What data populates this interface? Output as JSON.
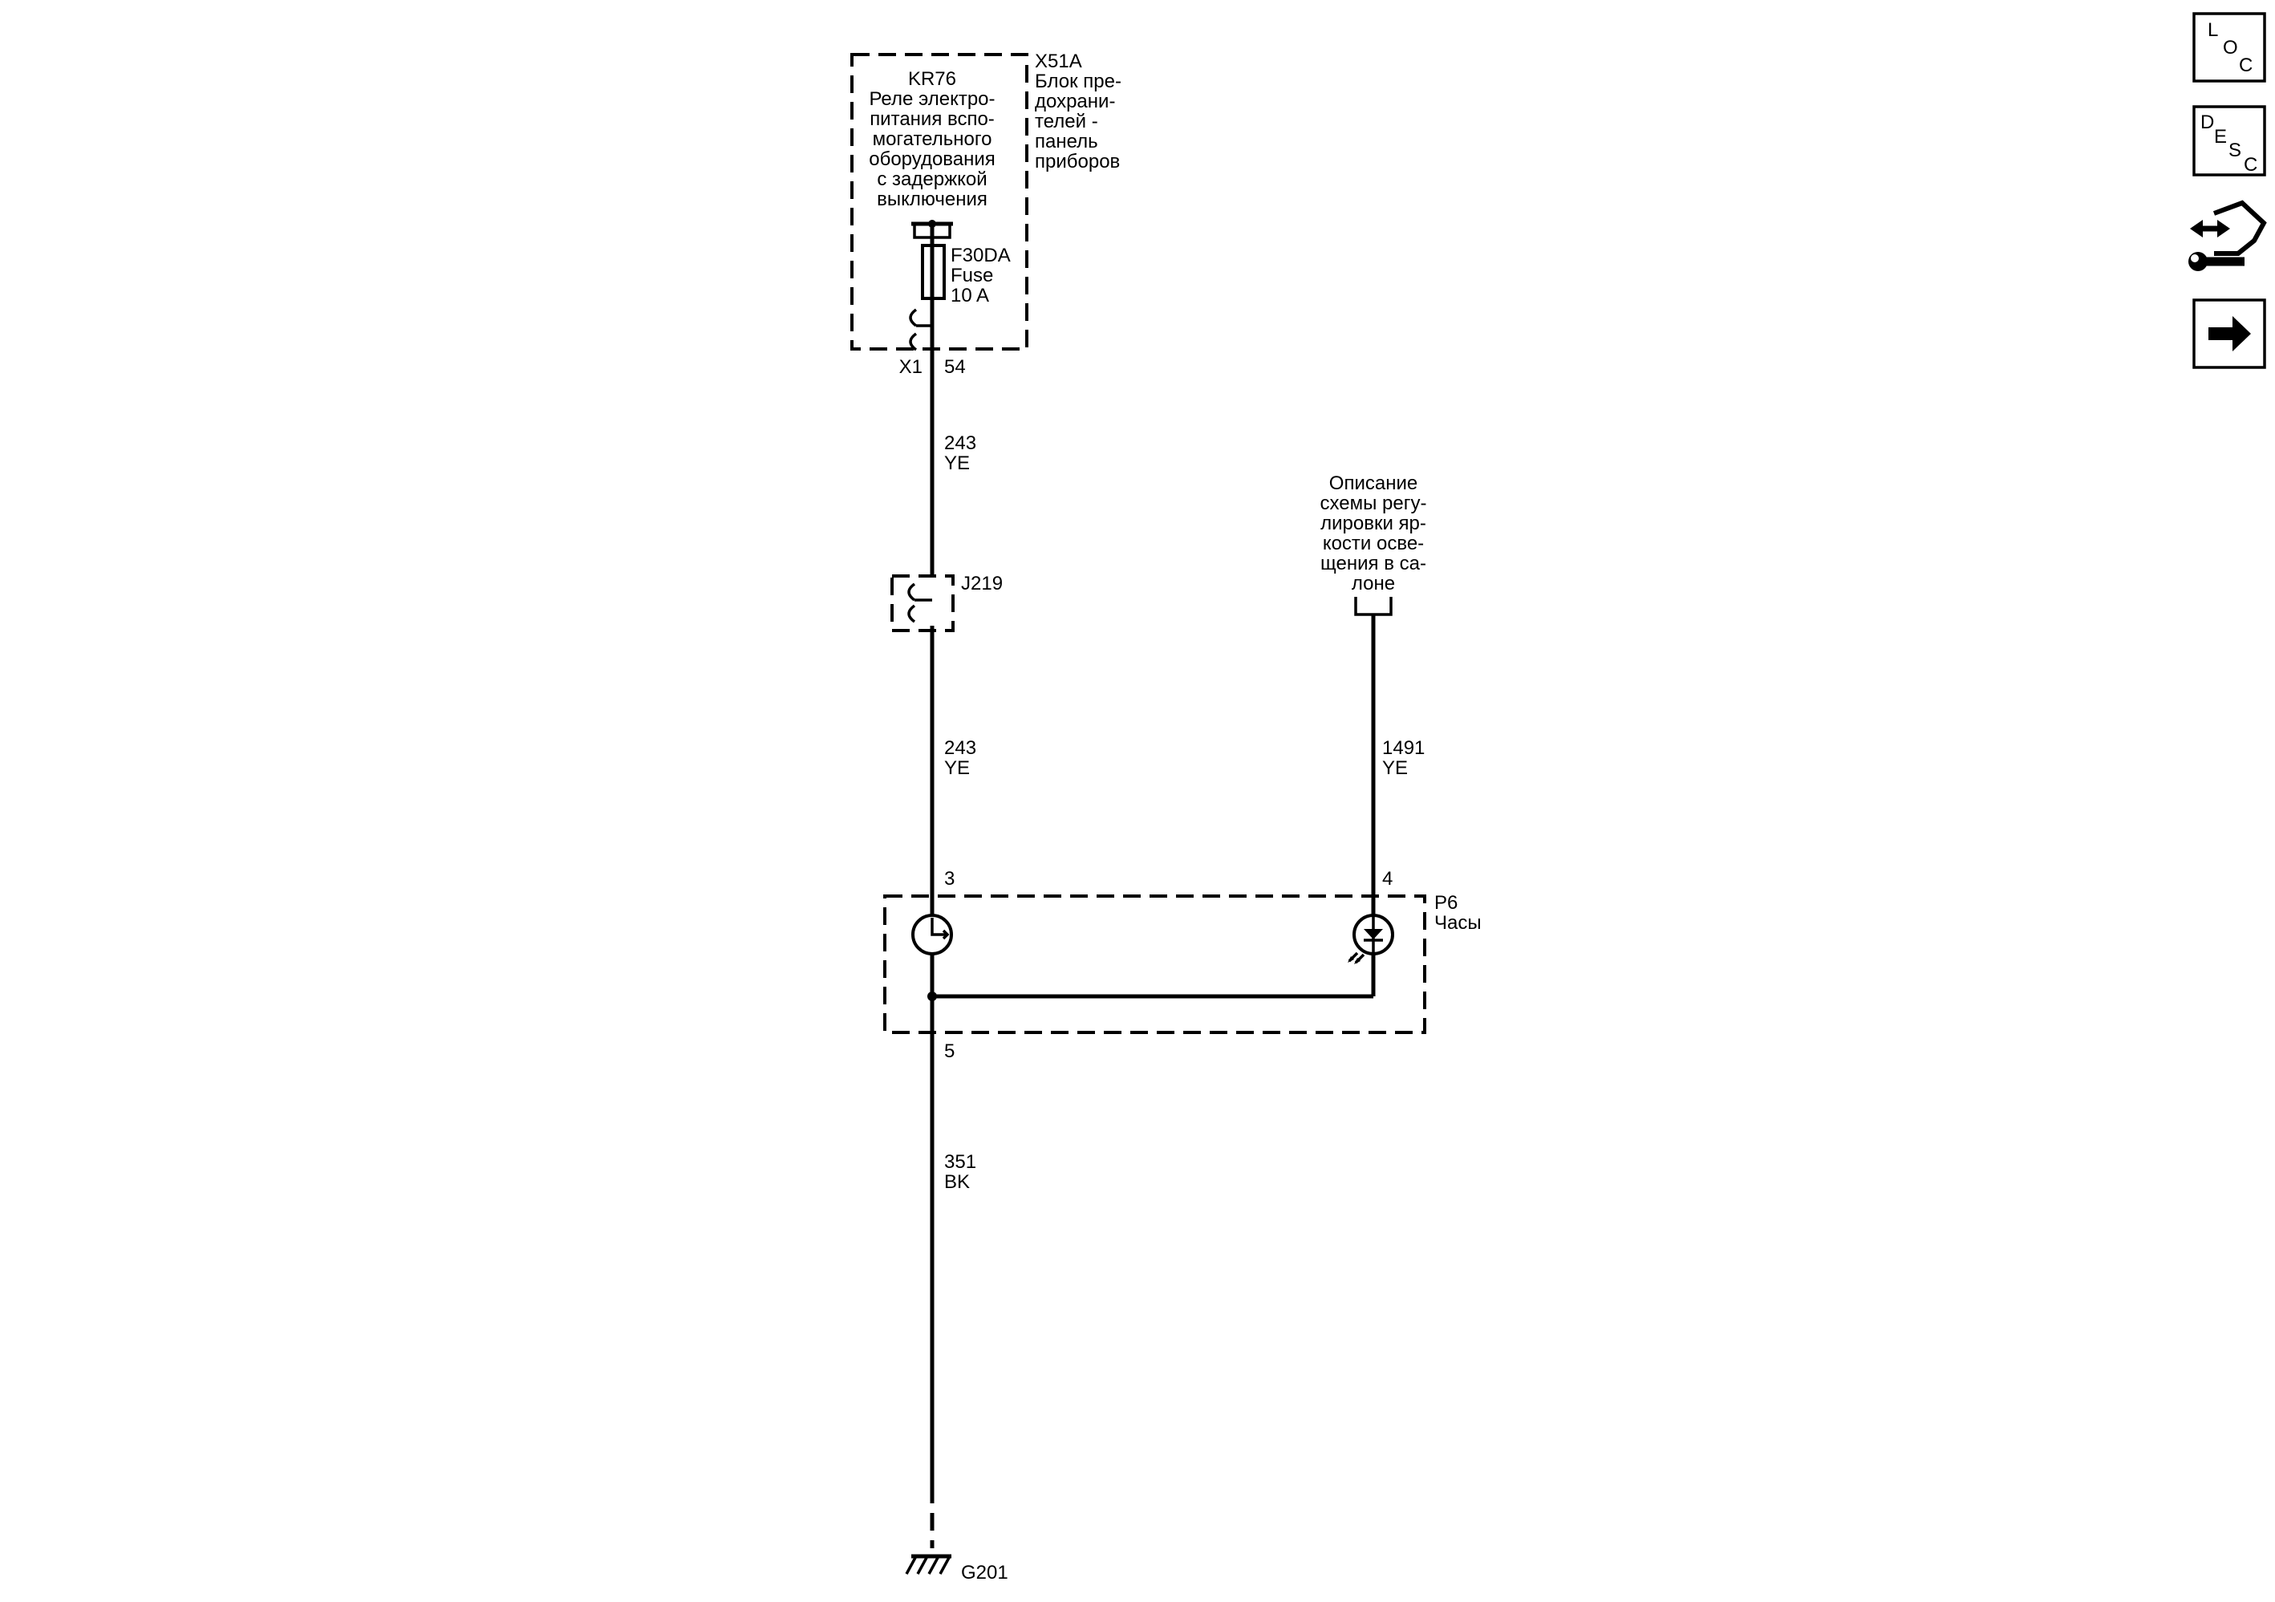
{
  "module_x51a": {
    "id": "X51A",
    "desc_lines": [
      "Блок пре-",
      "дохрани-",
      "телей -",
      "панель",
      "приборов"
    ]
  },
  "relay_kr76": {
    "id": "KR76",
    "desc_lines": [
      "Реле электро-",
      "питания вспо-",
      "могательного",
      "оборудования",
      "с задержкой",
      "выключения"
    ]
  },
  "fuse": {
    "id": "F30DA",
    "type": "Fuse",
    "rating": "10 A"
  },
  "connector_x1": {
    "id": "X1",
    "pin": "54"
  },
  "wires": [
    {
      "circuit": "243",
      "color": "YE"
    },
    {
      "circuit": "243",
      "color": "YE"
    },
    {
      "circuit": "1491",
      "color": "YE"
    },
    {
      "circuit": "351",
      "color": "BK"
    }
  ],
  "splice": {
    "id": "J219"
  },
  "ref_block": {
    "lines": [
      "Описание",
      "схемы регу-",
      "лировки яр-",
      "кости осве-",
      "щения в са-",
      "лоне"
    ]
  },
  "clock_p6": {
    "id": "P6",
    "name": "Часы",
    "pin_supply": "3",
    "pin_lamp": "4",
    "pin_ground": "5"
  },
  "ground": {
    "id": "G201"
  },
  "side_buttons": [
    {
      "kind": "loc",
      "letters": [
        "L",
        "O",
        "C"
      ]
    },
    {
      "kind": "desc",
      "letters": [
        "D",
        "E",
        "S",
        "C"
      ]
    },
    {
      "kind": "connector-wrench",
      "icon": "connector-wrench-icon"
    },
    {
      "kind": "next",
      "icon": "arrow-right-icon"
    }
  ]
}
